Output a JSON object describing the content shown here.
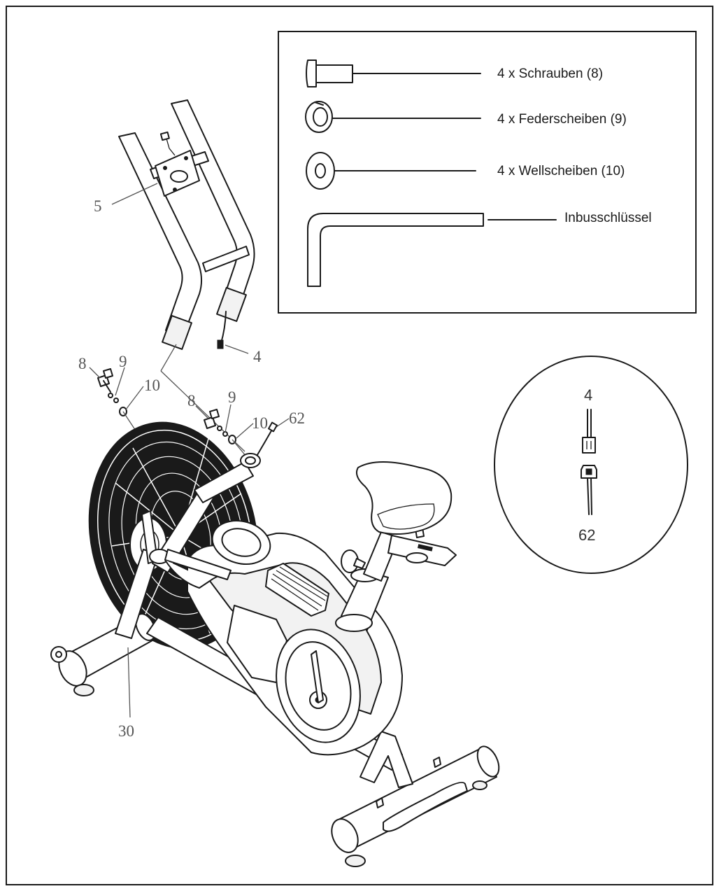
{
  "parts_box": {
    "items": [
      {
        "label": "4 x Schrauben (8)",
        "icon": "bolt-icon"
      },
      {
        "label": "4 x Federscheiben (9)",
        "icon": "spring-washer-icon"
      },
      {
        "label": "4 x Wellscheiben (10)",
        "icon": "wave-washer-icon"
      },
      {
        "label": "Inbusschlüssel",
        "icon": "allen-key-icon"
      }
    ]
  },
  "callouts": {
    "handlebar": "5",
    "cable_upper": "4",
    "bolt_left": "8",
    "spring_washer_left": "9",
    "wave_washer_left": "10",
    "bolt_right": "8",
    "spring_washer_right": "9",
    "wave_washer_right": "10",
    "cable_lower": "62",
    "frame_post": "30"
  },
  "connector_detail": {
    "top_label": "4",
    "bottom_label": "62"
  },
  "colors": {
    "line": "#1a1a1a",
    "callout": "#555555",
    "background": "#ffffff"
  }
}
